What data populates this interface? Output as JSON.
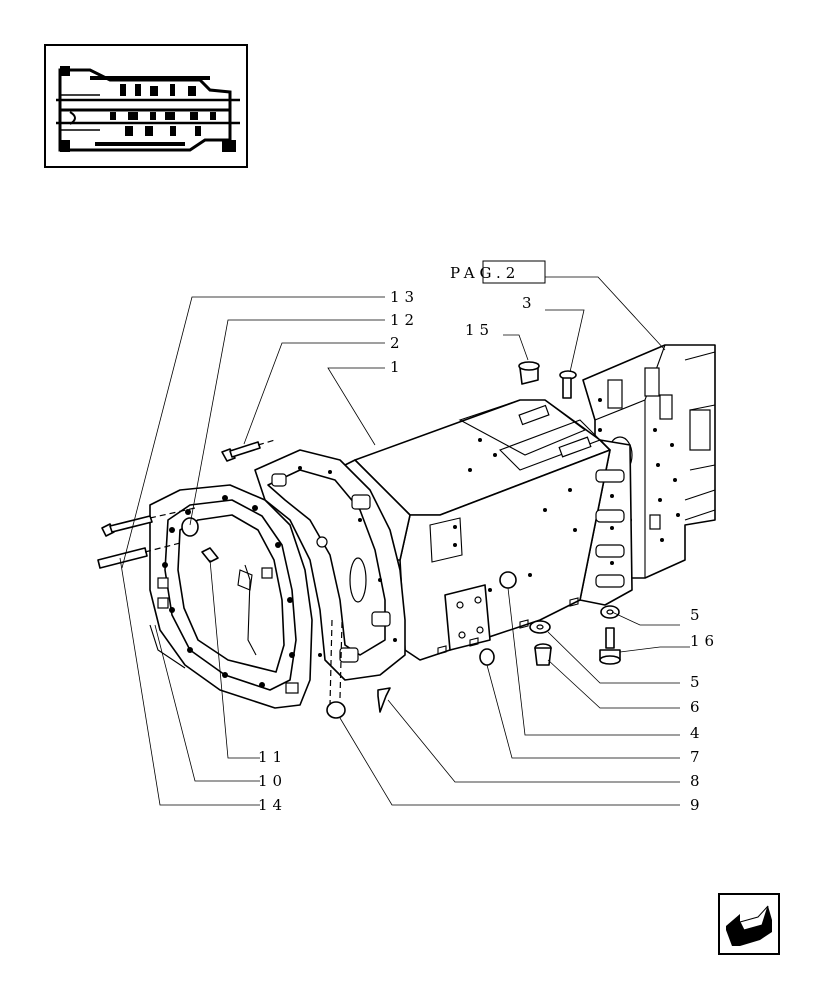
{
  "reference_label": "PAG.2",
  "callouts": {
    "c13": "13",
    "c12": "12",
    "c2": "2",
    "c1": "1",
    "c3": "3",
    "c15": "15",
    "c5a": "5",
    "c16": "16",
    "c5b": "5",
    "c6": "6",
    "c4": "4",
    "c7": "7",
    "c8": "8",
    "c9": "9",
    "c11": "11",
    "c10": "10",
    "c14": "14"
  },
  "icons": {
    "thumbnail": "transmission-section-thumbnail",
    "nav": "back-arrow-icon"
  }
}
